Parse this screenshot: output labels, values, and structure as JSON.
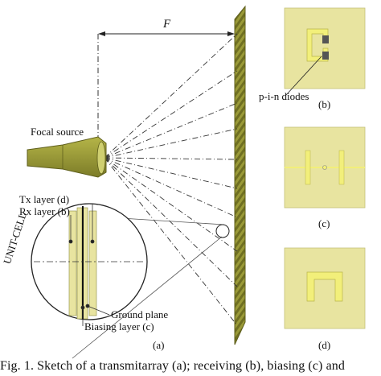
{
  "figure": {
    "focal_length_label": "F",
    "focal_source_label": "Focal source",
    "tx_layer_label": "Tx layer (d)",
    "rx_layer_label": "Rx layer (b)",
    "unit_cell_label": "UNIT-CELL",
    "ground_plane_label": "Ground plane",
    "biasing_layer_label": "Biasing layer (c)",
    "panel_a_label": "(a)",
    "diodes_label": "p-i-n diodes",
    "panel_b_label": "(b)",
    "panel_c_label": "(c)",
    "panel_d_label": "(d)"
  },
  "caption": "Fig. 1. Sketch of a transmitarray (a); receiving (b), biasing (c) and",
  "colors": {
    "array_green": "#8a8a2a",
    "cell_background": "#e8e4a0",
    "metal_yellow": "#f2ef7a",
    "horn_green": "#9a9a36"
  }
}
